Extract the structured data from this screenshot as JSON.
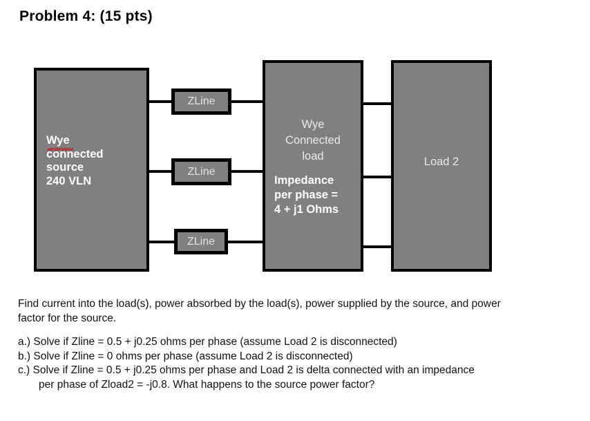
{
  "page": {
    "title": "Problem 4: (15 pts)"
  },
  "diagram": {
    "source_block": {
      "label": "Wye\nconnected\nsource\n240 VLN",
      "misspelled_word": "Wye",
      "fill_color": "#808080",
      "border_color": "#000000",
      "text_color": "#ffffff"
    },
    "zline_boxes": [
      {
        "label": "ZLine"
      },
      {
        "label": "ZLine"
      },
      {
        "label": "ZLine"
      }
    ],
    "wye_load_block": {
      "heading": "Wye\nConnected\nload",
      "impedance": "Impedance\nper phase =\n4 + j1 Ohms",
      "fill_color": "#808080"
    },
    "load2_block": {
      "label": "Load 2",
      "fill_color": "#808080"
    },
    "wire_color": "#000000"
  },
  "problem": {
    "intro": "Find current into the load(s), power absorbed by the load(s), power supplied by the source, and power factor for the source.",
    "parts": [
      "a.) Solve if Zline = 0.5 + j0.25 ohms per phase (assume Load 2 is disconnected)",
      "b.) Solve if Zline = 0 ohms per phase (assume Load 2 is disconnected)",
      "c.) Solve if Zline = 0.5 + j0.25 ohms per phase and Load 2 is delta connected with an impedance"
    ],
    "part_c_continuation": "per phase of Zload2 = -j0.8. What happens to the source power factor?"
  }
}
